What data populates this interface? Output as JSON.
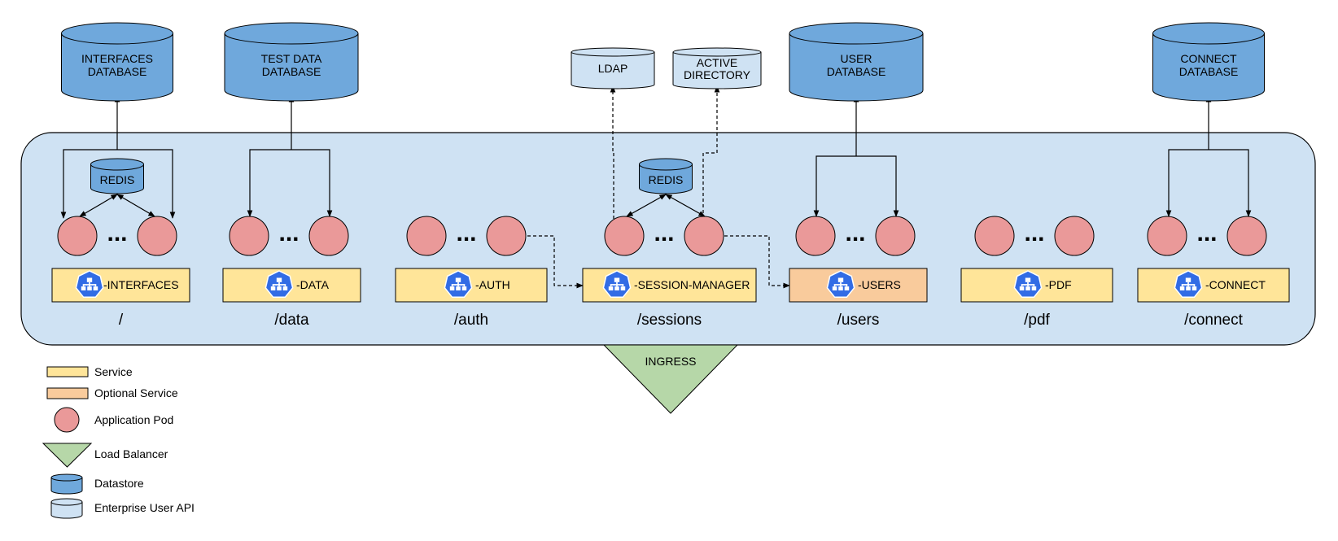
{
  "databases": [
    {
      "id": "interfaces-db",
      "line1": "INTERFACES",
      "line2": "DATABASE"
    },
    {
      "id": "test-data-db",
      "line1": "TEST DATA",
      "line2": "DATABASE"
    },
    {
      "id": "user-db",
      "line1": "USER",
      "line2": "DATABASE"
    },
    {
      "id": "connect-db",
      "line1": "CONNECT",
      "line2": "DATABASE"
    }
  ],
  "enterprise_apis": [
    {
      "id": "ldap",
      "line1": "LDAP",
      "line2": ""
    },
    {
      "id": "active-directory",
      "line1": "ACTIVE",
      "line2": "DIRECTORY"
    }
  ],
  "redis": [
    {
      "id": "redis-interfaces",
      "label": "REDIS"
    },
    {
      "id": "redis-sessions",
      "label": "REDIS"
    }
  ],
  "pod_ellipsis": "...",
  "services": [
    {
      "id": "interfaces",
      "label": "-INTERFACES",
      "route": "/",
      "optional": false
    },
    {
      "id": "data",
      "label": "-DATA",
      "route": "/data",
      "optional": false
    },
    {
      "id": "auth",
      "label": "-AUTH",
      "route": "/auth",
      "optional": false
    },
    {
      "id": "session-manager",
      "label": "-SESSION-MANAGER",
      "route": "/sessions",
      "optional": false
    },
    {
      "id": "users",
      "label": "-USERS",
      "route": "/users",
      "optional": true
    },
    {
      "id": "pdf",
      "label": "-PDF",
      "route": "/pdf",
      "optional": false
    },
    {
      "id": "connect",
      "label": "-CONNECT",
      "route": "/connect",
      "optional": false
    }
  ],
  "ingress": {
    "label": "INGRESS"
  },
  "legend": [
    {
      "id": "service",
      "label": "Service"
    },
    {
      "id": "optional-service",
      "label": "Optional Service"
    },
    {
      "id": "application-pod",
      "label": "Application Pod"
    },
    {
      "id": "load-balancer",
      "label": "Load Balancer"
    },
    {
      "id": "datastore",
      "label": "Datastore"
    },
    {
      "id": "enterprise-user-api",
      "label": "Enterprise User API"
    }
  ],
  "colors": {
    "cluster_fill": "#cfe2f3",
    "datastore": "#6fa8dc",
    "enterprise_api": "#cfe2f3",
    "service": "#ffe599",
    "optional_service": "#f9cb9c",
    "pod": "#ea9999",
    "ingress": "#b6d7a8",
    "k8s_icon": "#326ce5"
  }
}
